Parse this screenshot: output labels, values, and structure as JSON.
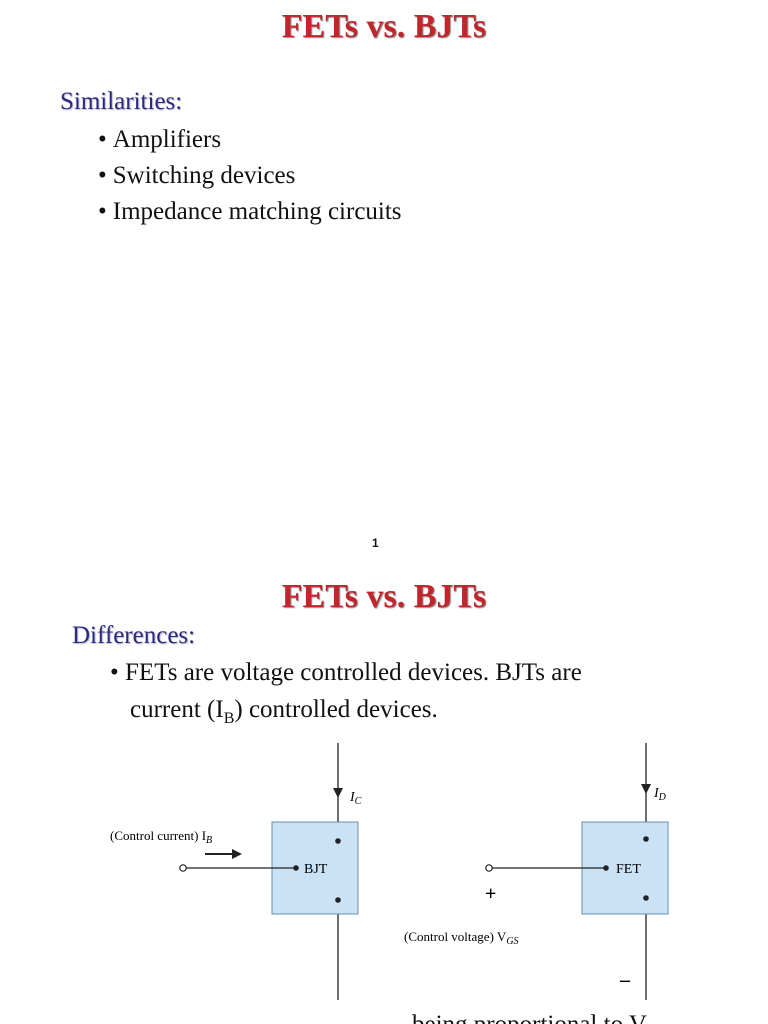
{
  "slide1": {
    "title": "FETs vs. BJTs",
    "section": "Similarities:",
    "bullets": [
      "Amplifiers",
      "Switching devices",
      "Impedance matching circuits"
    ],
    "page_number": "1"
  },
  "slide2": {
    "title": "FETs vs. BJTs",
    "section": "Differences:",
    "bullet_line1": "FETs are voltage controlled devices.  BJTs are",
    "bullet_line2_pre": "current (I",
    "bullet_line2_sub": "B",
    "bullet_line2_post": ") controlled devices.",
    "diagram": {
      "bjt_label": "BJT",
      "fet_label": "FET",
      "control_current_label": "(Control current) I",
      "control_current_sub": "B",
      "control_voltage_label": "(Control voltage) V",
      "control_voltage_sub": "GS",
      "ic_label": "I",
      "ic_sub": "C",
      "id_label": "I",
      "id_sub": "D",
      "plus_sign": "+",
      "minus_sign": "–",
      "box_fill": "#c9e2f5"
    },
    "cut_caption": "being proportional to V"
  }
}
